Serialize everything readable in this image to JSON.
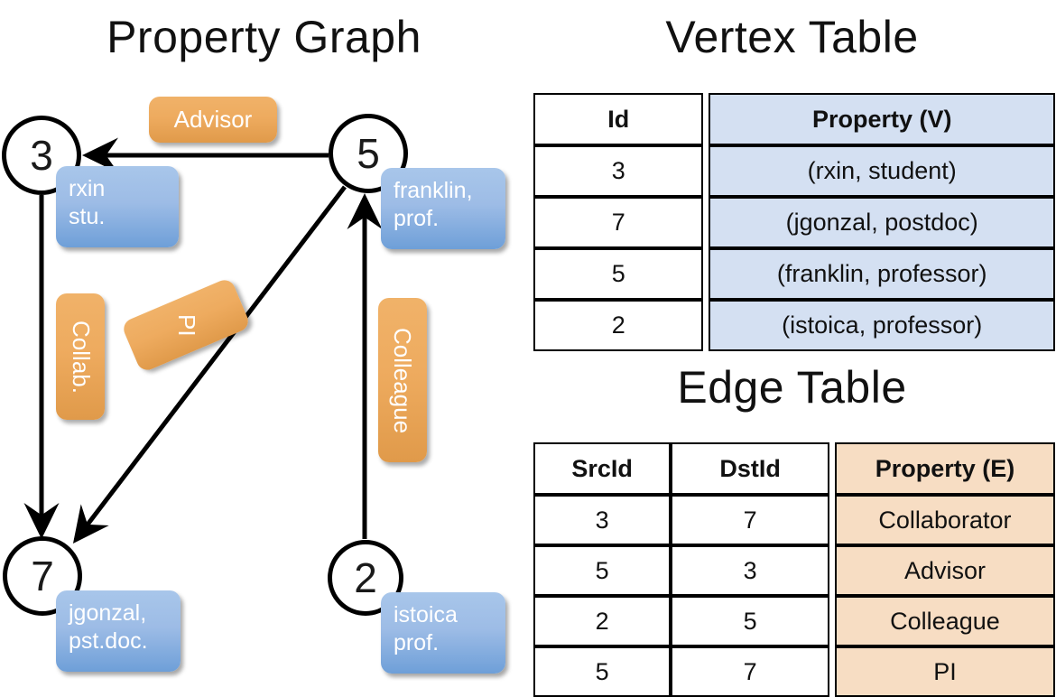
{
  "titles": {
    "property_graph": "Property Graph",
    "vertex_table": "Vertex Table",
    "edge_table": "Edge Table"
  },
  "graph": {
    "nodes": [
      {
        "id": "3",
        "label": "3",
        "property_lines": [
          "rxin",
          "stu."
        ]
      },
      {
        "id": "5",
        "label": "5",
        "property_lines": [
          "franklin,",
          "prof."
        ]
      },
      {
        "id": "7",
        "label": "7",
        "property_lines": [
          "jgonzal,",
          "pst.doc."
        ]
      },
      {
        "id": "2",
        "label": "2",
        "property_lines": [
          "istoica",
          "prof."
        ]
      }
    ],
    "edge_labels": [
      {
        "name": "advisor",
        "text": "Advisor"
      },
      {
        "name": "collab",
        "text": "Collab."
      },
      {
        "name": "pi",
        "text": "PI"
      },
      {
        "name": "colleague",
        "text": "Colleague"
      }
    ],
    "colors": {
      "vertex_box": "#9dbce6",
      "edge_box": "#eeab5f",
      "stroke": "#000000"
    }
  },
  "vertex_table": {
    "headers": [
      "Id",
      "Property (V)"
    ],
    "rows": [
      {
        "id": "3",
        "property": "(rxin, student)"
      },
      {
        "id": "7",
        "property": "(jgonzal, postdoc)"
      },
      {
        "id": "5",
        "property": "(franklin, professor)"
      },
      {
        "id": "2",
        "property": "(istoica, professor)"
      }
    ],
    "header_fill": "#d4e0f2"
  },
  "edge_table": {
    "headers": [
      "SrcId",
      "DstId",
      "Property (E)"
    ],
    "rows": [
      {
        "src": "3",
        "dst": "7",
        "property": "Collaborator"
      },
      {
        "src": "5",
        "dst": "3",
        "property": "Advisor"
      },
      {
        "src": "2",
        "dst": "5",
        "property": "Colleague"
      },
      {
        "src": "5",
        "dst": "7",
        "property": "PI"
      }
    ],
    "header_fill": "#f7ddc3"
  }
}
